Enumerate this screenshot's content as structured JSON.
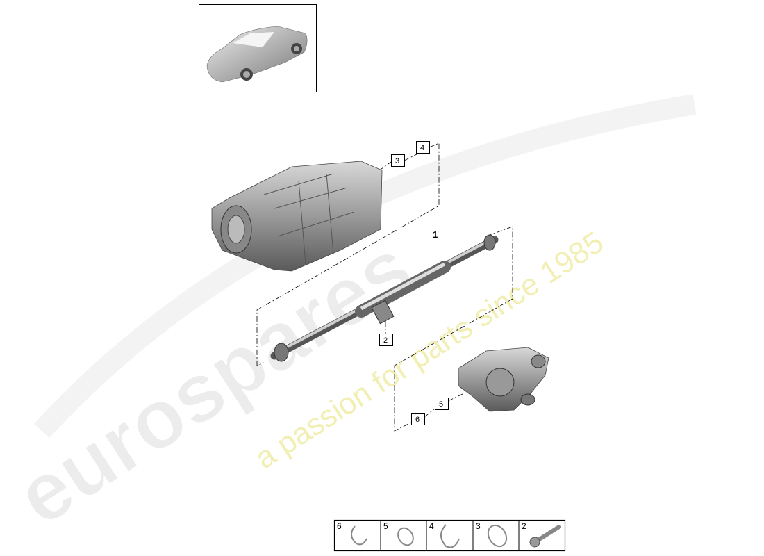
{
  "watermark": {
    "brand": "eurospares",
    "tagline": "a passion for parts since 1985",
    "brand_color": "#e6e6e6",
    "tagline_color": "#f2efb4"
  },
  "diagram": {
    "thumbnail_icon": "car-thumbnail",
    "part_label_main": "1",
    "callouts": [
      "4",
      "3",
      "2",
      "5",
      "6"
    ],
    "legend": [
      {
        "number": "6",
        "icon": "circlip-icon"
      },
      {
        "number": "5",
        "icon": "o-ring-icon"
      },
      {
        "number": "4",
        "icon": "circlip-icon"
      },
      {
        "number": "3",
        "icon": "o-ring-icon"
      },
      {
        "number": "2",
        "icon": "bolt-icon"
      }
    ]
  }
}
